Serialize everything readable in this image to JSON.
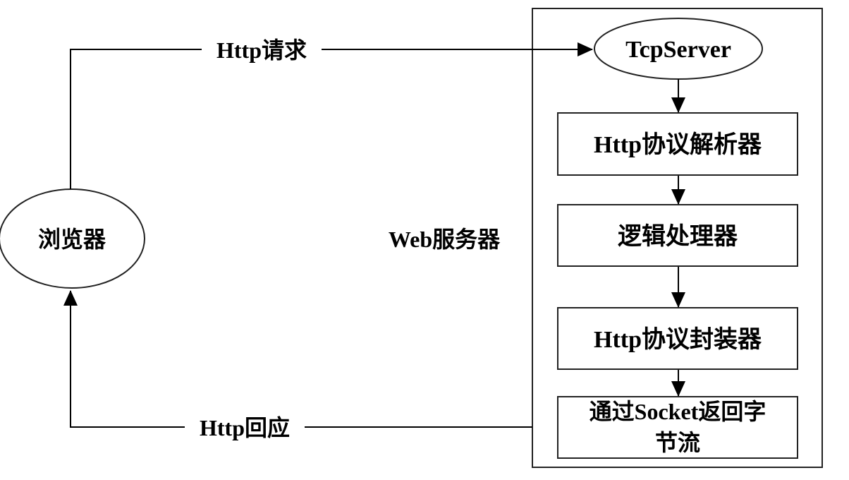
{
  "browser": {
    "label": "浏览器"
  },
  "request_label": "Http请求",
  "response_label": "Http回应",
  "server": {
    "label": "Web服务器",
    "tcp_server": "TcpServer",
    "steps": [
      "Http协议解析器",
      "逻辑处理器",
      "Http协议封装器"
    ],
    "socket_step": {
      "line1": "通过Socket返回字",
      "line2": "节流"
    }
  }
}
